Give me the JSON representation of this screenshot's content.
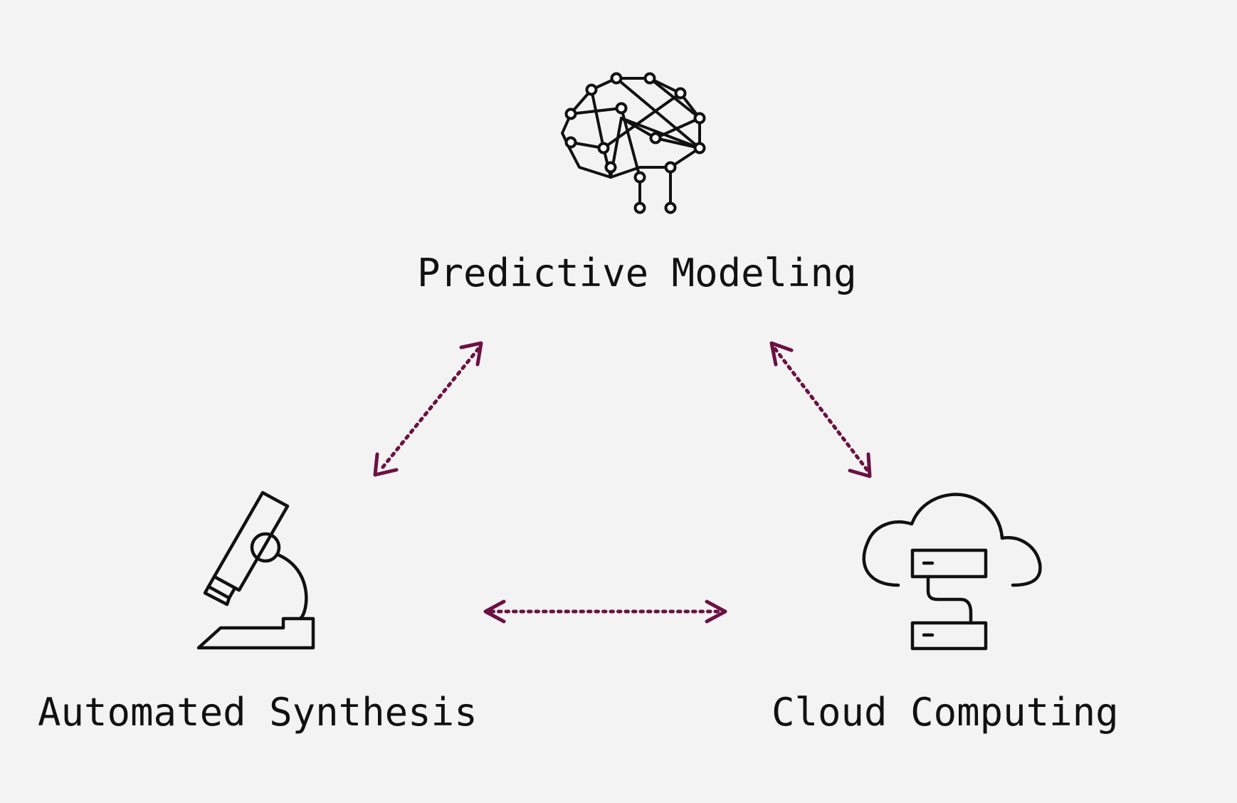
{
  "nodes": {
    "predictive": {
      "label": "Predictive Modeling",
      "icon": "brain-network-icon"
    },
    "automated": {
      "label": "Automated Synthesis",
      "icon": "microscope-icon"
    },
    "cloud": {
      "label": "Cloud Computing",
      "icon": "cloud-server-icon"
    }
  },
  "colors": {
    "background": "#f3f3f3",
    "text": "#111111",
    "icon_stroke": "#111111",
    "arrow": "#6b1242"
  }
}
